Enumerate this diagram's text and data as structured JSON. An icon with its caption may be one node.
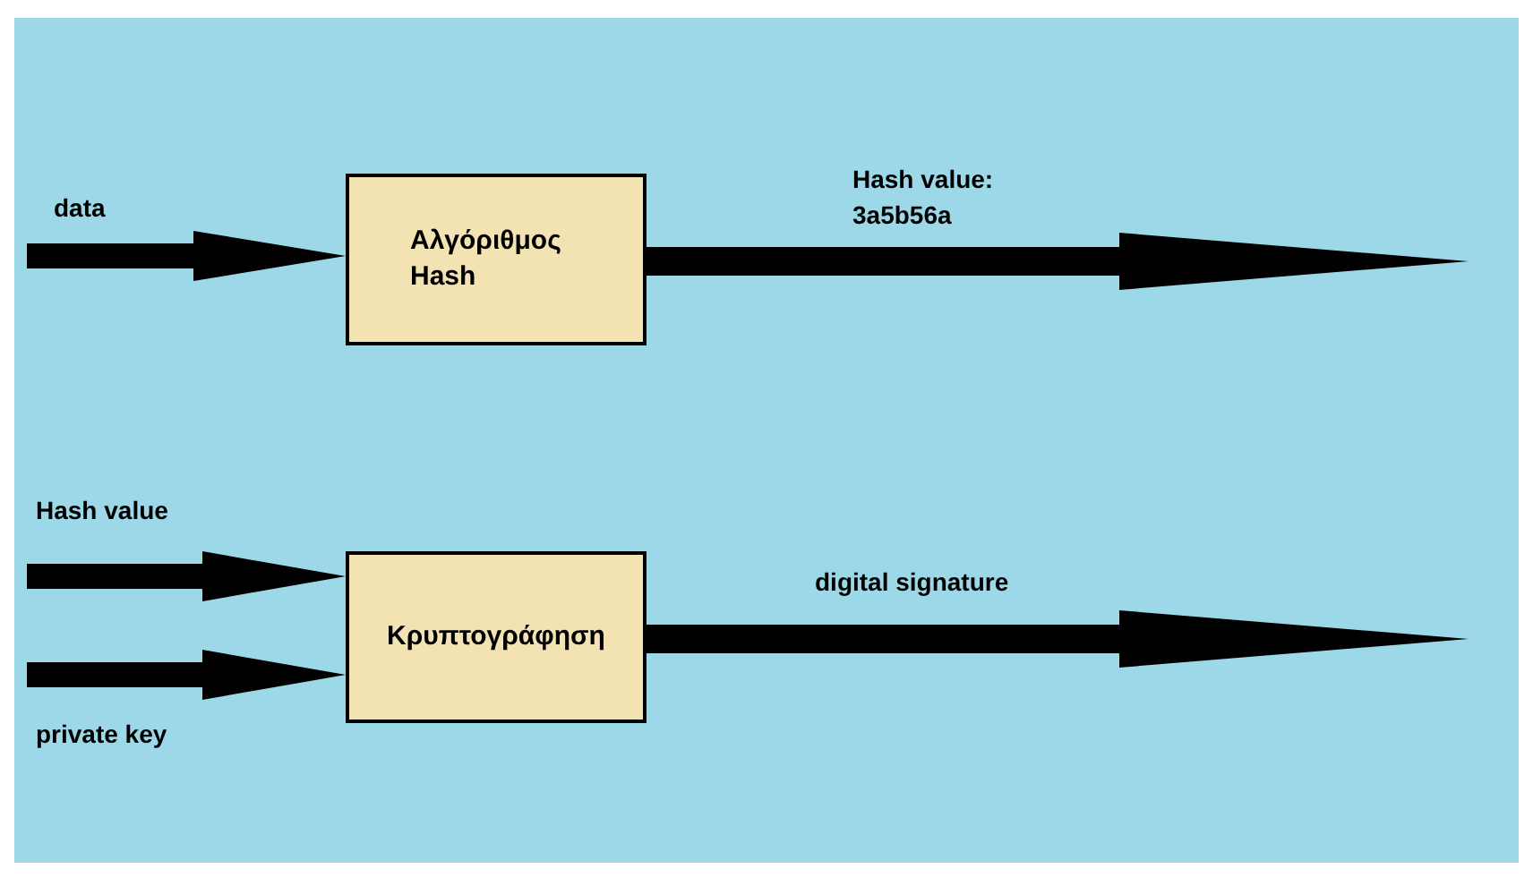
{
  "diagram": {
    "nodes": [
      {
        "text": [
          "Αλγόριθμος Hash"
        ]
      },
      {
        "text": [
          "Κρυπτογράφηση"
        ]
      }
    ],
    "edges": [
      {
        "from": null,
        "to": 0,
        "arrow": "to",
        "label": "data"
      },
      {
        "from": 0,
        "to": null,
        "arrow": "to",
        "label": "Hash value: 3a5b56a"
      },
      {
        "from": null,
        "to": 1,
        "arrow": "to",
        "label": "Hash value"
      },
      {
        "from": null,
        "to": 1,
        "arrow": "to",
        "label": "private key"
      },
      {
        "from": 1,
        "to": null,
        "arrow": "to",
        "label": "digital signature"
      }
    ]
  }
}
